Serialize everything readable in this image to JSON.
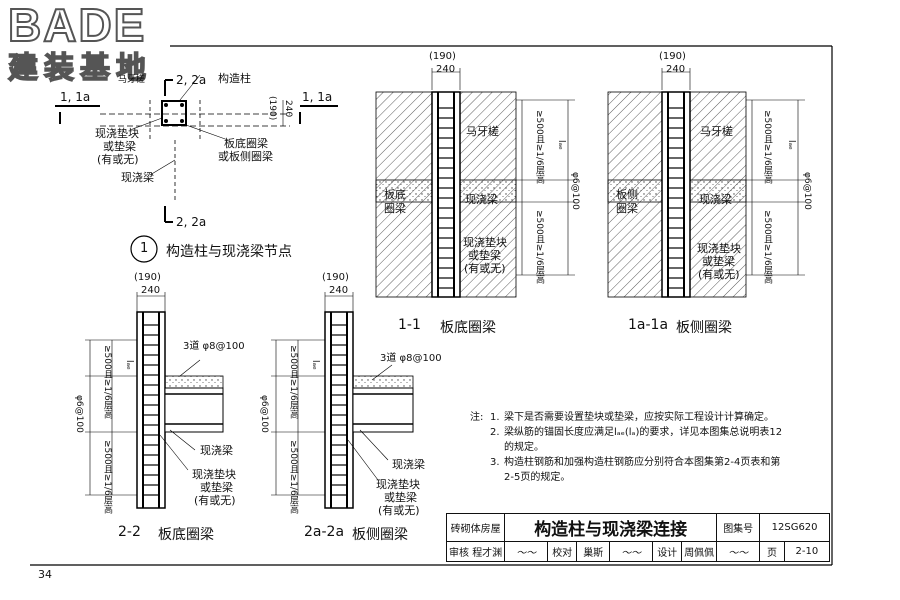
{
  "logo": {
    "word": "BADE",
    "sub": "建装基地"
  },
  "top": {
    "section_left": "1, 1a",
    "section_right": "1, 1a",
    "section_top": "2, 2a",
    "section_bottom": "2, 2a",
    "label_mayacha": "马牙槎",
    "label_gouzaozhu": "构造柱",
    "label_banhuan": [
      "板底圈梁",
      "或板侧圈梁"
    ],
    "label_dian": [
      "现浇垫块",
      "或垫梁",
      "(有或无)"
    ],
    "label_xianjiao": "现浇梁",
    "dim_190": "(190)",
    "dim_240": "240",
    "detail_num": "1",
    "detail_title": "构造柱与现浇梁节点"
  },
  "section11": {
    "dim_190": "(190)",
    "dim_240": "240",
    "mayacha": "马牙槎",
    "board": [
      "板底",
      "圈梁"
    ],
    "xianjiao": "现浇梁",
    "dian": [
      "现浇垫块",
      "或垫梁",
      "(有或无)"
    ],
    "v1": "≥500且≥1/6层高",
    "v1b": "lₐₑ",
    "v2": "≥500且≥1/6层高",
    "stir": "φ6@100",
    "title_no": "1-1",
    "title": "板底圈梁"
  },
  "section1a": {
    "dim_190": "(190)",
    "dim_240": "240",
    "mayacha": "马牙槎",
    "board": [
      "板侧",
      "圈梁"
    ],
    "xianjiao": "现浇梁",
    "dian": [
      "现浇垫块",
      "或垫梁",
      "(有或无)"
    ],
    "v1": "≥500且≥1/6层高",
    "v1b": "lₐₑ",
    "v2": "≥500且≥1/6层高",
    "stir": "φ6@100",
    "title_no": "1a-1a",
    "title": "板侧圈梁"
  },
  "section22": {
    "dim_190": "(190)",
    "dim_240": "240",
    "bar": "3道 φ8@100",
    "v1": "≥500且≥1/6层高",
    "v1b": "lₐₑ",
    "v2": "≥500且≥1/6层高",
    "stir": "φ6@100",
    "xianjiao": "现浇梁",
    "dian": [
      "现浇垫块",
      "或垫梁",
      "(有或无)"
    ],
    "title_no": "2-2",
    "title": "板底圈梁"
  },
  "section2a": {
    "dim_190": "(190)",
    "dim_240": "240",
    "bar": "3道 φ8@100",
    "v1": "≥500且≥1/6层高",
    "v1b": "lₐₑ",
    "v2": "≥500且≥1/6层高",
    "stir": "φ6@100",
    "xianjiao": "现浇梁",
    "dian": [
      "现浇垫块",
      "或垫梁",
      "(有或无)"
    ],
    "title_no": "2a-2a",
    "title": "板侧圈梁"
  },
  "notes": {
    "label": "注:",
    "items": [
      "梁下是否需要设置垫块或垫梁，应按实际工程设计计算确定。",
      "梁纵筋的锚固长度应满足lₐₑ(lₐ)的要求，详见本图集总说明表12的规定。",
      "构造柱钢筋和加强构造柱钢筋应分别符合本图集第2-4页表和第2-5页的规定。"
    ]
  },
  "titleblock": {
    "category": "砖砌体房屋",
    "title": "构造柱与现浇梁连接",
    "atlas_label": "图集号",
    "atlas": "12SG620",
    "review": "审核",
    "reviewer": "程才渊",
    "check": "校对",
    "checker": "巢斯",
    "design": "设计",
    "designer": "周佩佩",
    "page_label": "页",
    "page": "2-10"
  },
  "page_number": "34"
}
